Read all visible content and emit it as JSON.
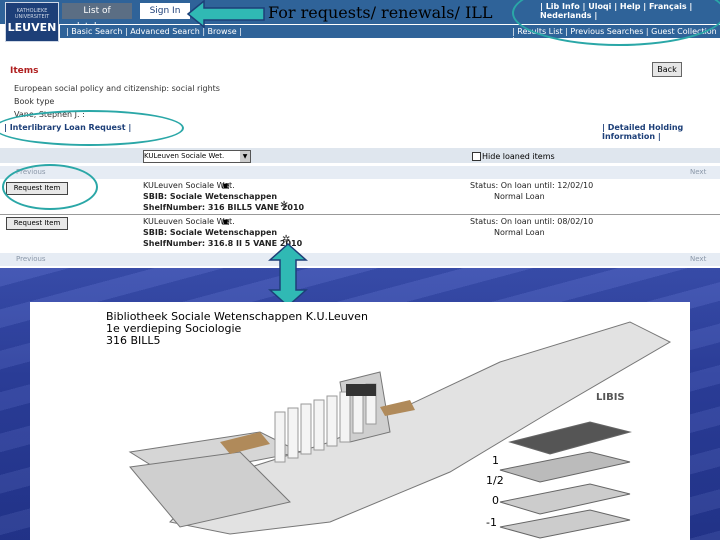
{
  "header": {
    "logo_small": "KATHOLIEKE UNIVERSITEIT",
    "logo_big": "LEUVEN",
    "tab_list": "List of databases",
    "tab_signin": "Sign In",
    "top_links": "| Lib Info | Uloqi | Help | Français | Nederlands |",
    "nav_left": "| Basic Search | Advanced Search | Browse |",
    "nav_right": "| Results List | Previous Searches | Guest Collection |"
  },
  "annotation": {
    "note": "For requests/ renewals/ ILL",
    "colors": {
      "oval": "#2aa7a7",
      "arrow_fill": "#30b9b4",
      "arrow_stroke": "#1d3f78"
    }
  },
  "items": {
    "title": "Items",
    "back": "Back",
    "meta_line1": "European social policy and citizenship: social rights",
    "meta_line2": "Book type",
    "meta_line3": "Vane, Stephen J. :",
    "ill_link": "| Interlibrary Loan Request |",
    "detail_link": "| Detailed Holding Information |",
    "location_select": "KULeuven Sociale Wet.",
    "hide_loaned": "Hide loaned items",
    "previous": "Previous",
    "next": "Next",
    "rows": [
      {
        "button": "Request Item",
        "library": "KULeuven Sociale Wet.",
        "sublib": "SBIB: Sociale Wetenschappen",
        "shelf": "ShelfNumber: 316 BILL5 VANE 2010",
        "status": "Status: On loan until: 12/02/10",
        "loan_type": "Normal Loan"
      },
      {
        "button": "Request Item",
        "library": "KULeuven Sociale Wet.",
        "sublib": "SBIB: Sociale Wetenschappen",
        "shelf": "ShelfNumber: 316.8 II 5 VANE 2010",
        "status": "Status: On loan until: 08/02/10",
        "loan_type": "Normal Loan"
      }
    ]
  },
  "map": {
    "title1": "Bibliotheek Sociale Wetenschappen K.U.Leuven",
    "title2": "1e verdieping   Sociologie",
    "title3": "316 BILL5",
    "brand": "LIBIS",
    "levels": [
      "1",
      "1/2",
      "0",
      "-1"
    ]
  }
}
